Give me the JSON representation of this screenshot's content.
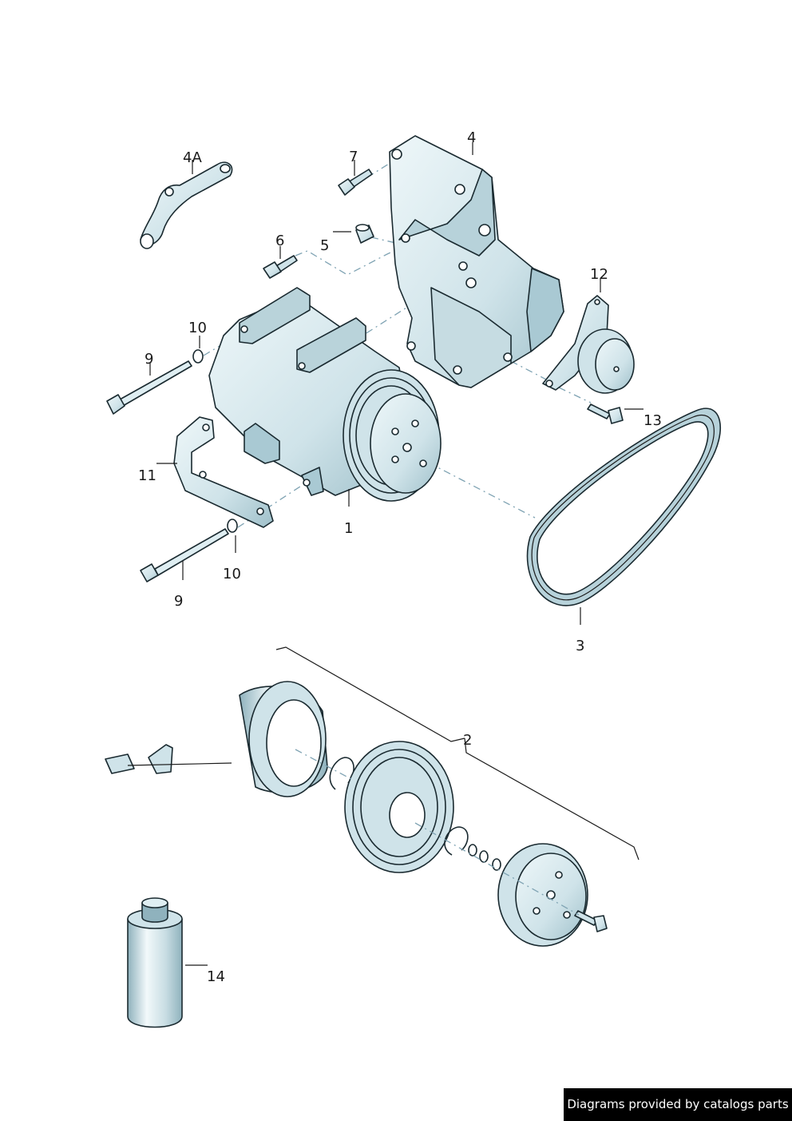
{
  "callouts": {
    "c1": "1",
    "c2": "2",
    "c3": "3",
    "c4": "4",
    "c4a": "4A",
    "c5": "5",
    "c6": "6",
    "c7": "7",
    "c9a": "9",
    "c9b": "9",
    "c10a": "10",
    "c10b": "10",
    "c11": "11",
    "c12": "12",
    "c13": "13",
    "c14": "14"
  },
  "credit": "Diagrams provided by catalogs parts",
  "colors": {
    "part_fill": "#dfeef2",
    "part_shade": "#a9c9d3",
    "outline": "#1a2a30",
    "dash": "#7fa3b3"
  }
}
